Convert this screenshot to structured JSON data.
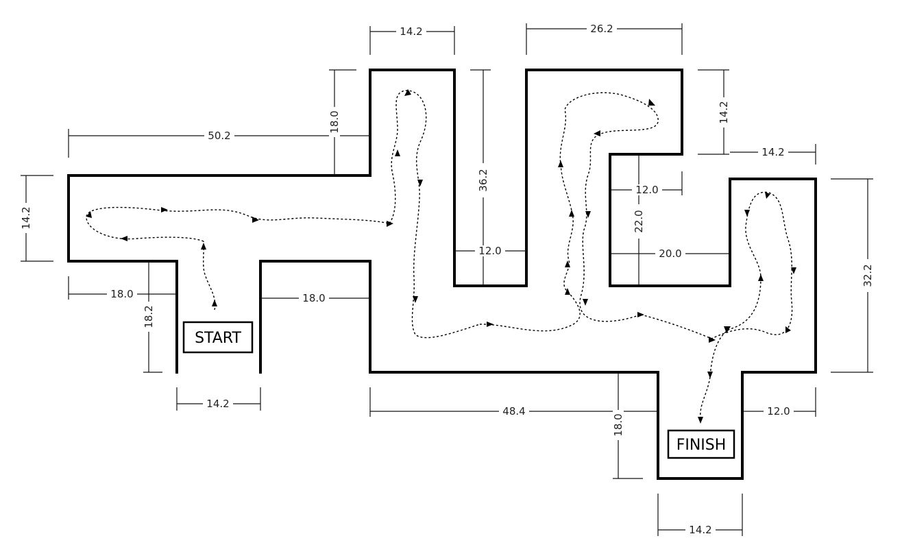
{
  "labels": {
    "start": "START",
    "finish": "FINISH"
  },
  "dimensions": {
    "top_left_slot": "14.2",
    "top_right_block": "26.2",
    "far_right_height": "14.2",
    "top_left_height": "18.0",
    "left_arm_width": "50.2",
    "center_drop": "36.2",
    "right_lower_width": "14.2",
    "left_height": "14.2",
    "inner_right_width": "12.0",
    "inner_right_height": "22.0",
    "center_bottom": "12.0",
    "inner_bottom_right": "20.0",
    "right_height": "32.2",
    "start_left": "18.0",
    "start_height": "18.2",
    "start_right": "18.0",
    "start_width": "14.2",
    "bottom_length": "48.4",
    "finish_height": "18.0",
    "finish_right": "12.0",
    "finish_width": "14.2"
  }
}
